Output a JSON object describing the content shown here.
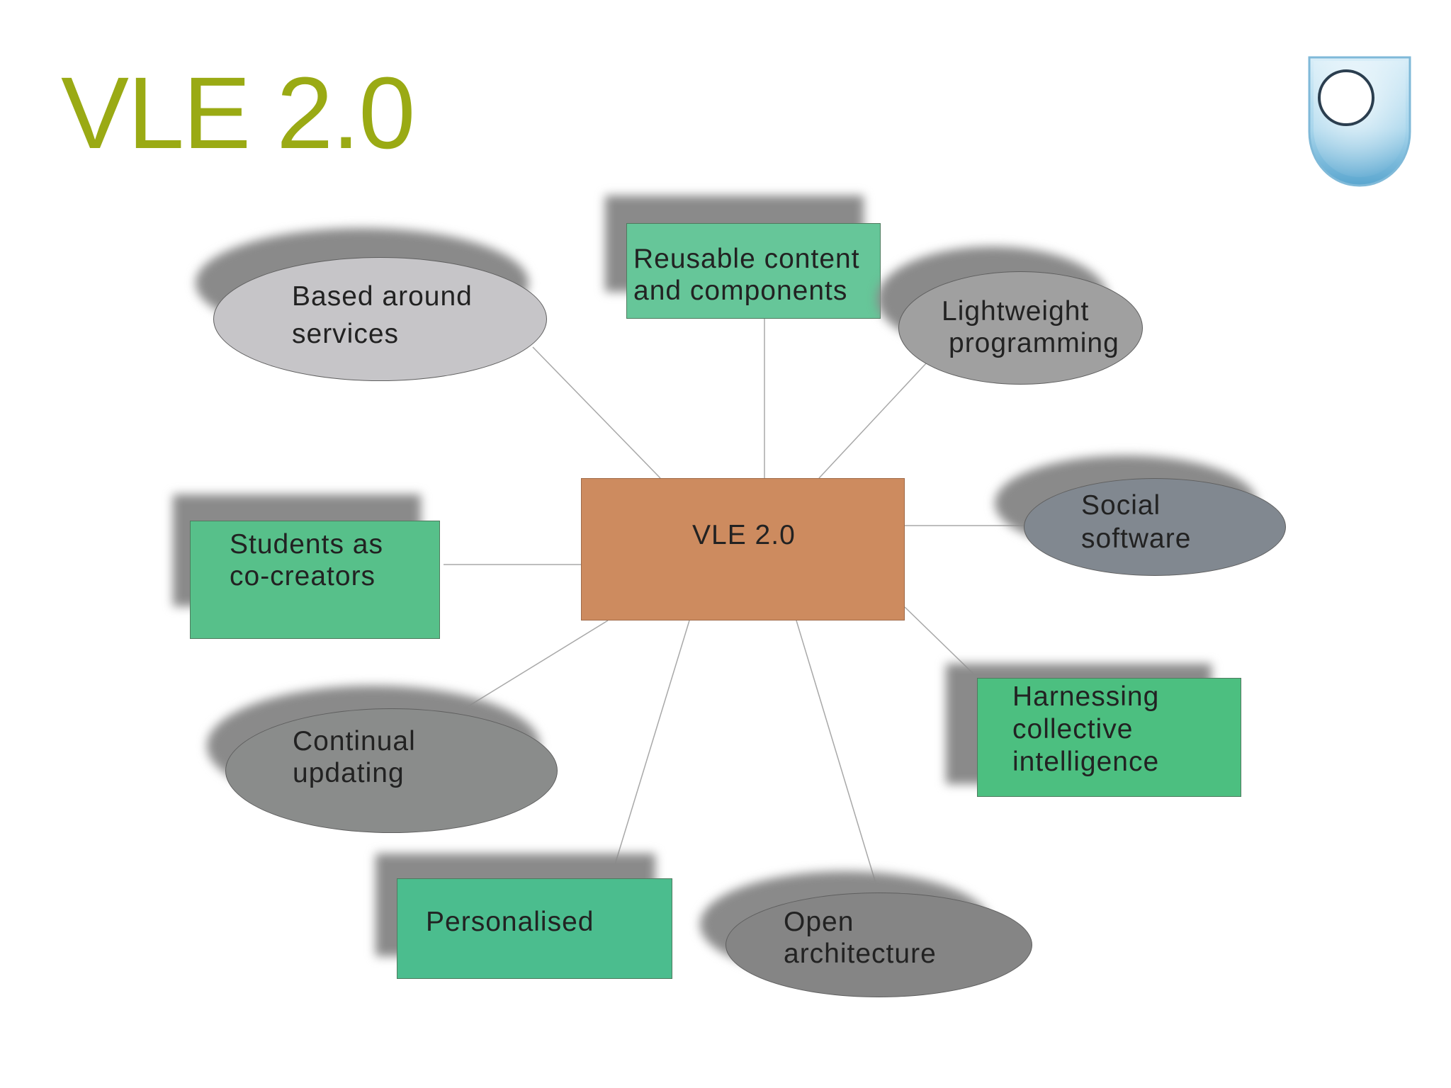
{
  "slide": {
    "title": "VLE 2.0",
    "title_color": "#9aaa14"
  },
  "diagram": {
    "center": {
      "label": "VLE 2.0",
      "color": "#cd8b5f"
    },
    "nodes": [
      {
        "id": "reusable",
        "shape": "rectangle",
        "lines": [
          "Reusable content",
          "and components"
        ],
        "color": "#66c699"
      },
      {
        "id": "based-around-services",
        "shape": "ellipse",
        "lines": [
          "Based around",
          "services"
        ],
        "color": "#c6c5c8"
      },
      {
        "id": "lightweight",
        "shape": "ellipse",
        "lines": [
          "Lightweight",
          "programming"
        ],
        "color": "#a0a0a0"
      },
      {
        "id": "social",
        "shape": "ellipse",
        "lines": [
          "Social",
          "software"
        ],
        "color": "#818890"
      },
      {
        "id": "students",
        "shape": "rectangle",
        "lines": [
          "Students as",
          "co-creators"
        ],
        "color": "#57c08a"
      },
      {
        "id": "harnessing",
        "shape": "rectangle",
        "lines": [
          "Harnessing",
          "collective",
          "intelligence"
        ],
        "color": "#4cbf80"
      },
      {
        "id": "continual",
        "shape": "ellipse",
        "lines": [
          "Continual",
          "updating"
        ],
        "color": "#8a8c8b"
      },
      {
        "id": "personalised",
        "shape": "rectangle",
        "lines": [
          "Personalised"
        ],
        "color": "#4bbd8e"
      },
      {
        "id": "open",
        "shape": "ellipse",
        "lines": [
          "Open",
          "architecture"
        ],
        "color": "#858585"
      }
    ],
    "connector_color": "#a8a8a8"
  },
  "logo": {
    "icon": "university-shield-logo-icon",
    "colors": [
      "#bfe2f2",
      "#6ab0d4"
    ]
  }
}
